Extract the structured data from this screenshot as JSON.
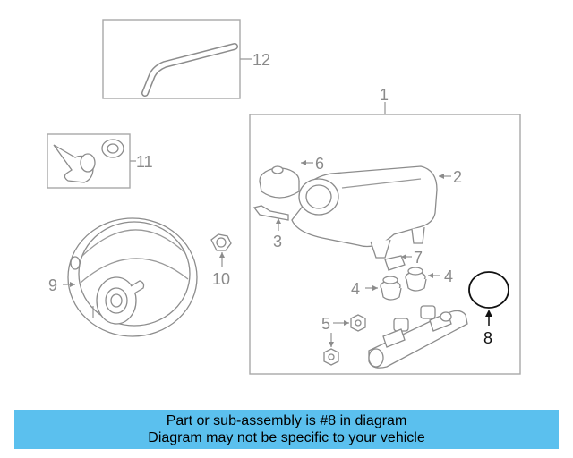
{
  "callouts": {
    "c1": "1",
    "c2": "2",
    "c3": "3",
    "c4a": "4",
    "c4b": "4",
    "c5": "5",
    "c6": "6",
    "c7": "7",
    "c8": "8",
    "c9": "9",
    "c10": "10",
    "c11": "11",
    "c12": "12"
  },
  "banner": {
    "line1": "Part or sub-assembly is #8 in diagram",
    "line2": "Diagram may not be specific to your vehicle"
  },
  "colors": {
    "banner_bg": "#5bc0ee",
    "highlight": "#111111",
    "linework": "#8c8c8c"
  }
}
